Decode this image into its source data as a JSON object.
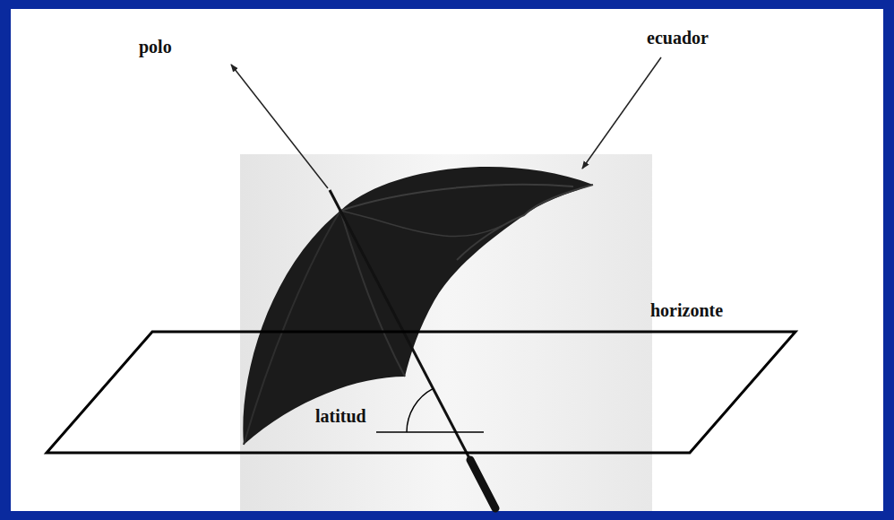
{
  "diagram": {
    "labels": [
      "polo",
      "ecuador",
      "horizonte",
      "latitud"
    ]
  }
}
